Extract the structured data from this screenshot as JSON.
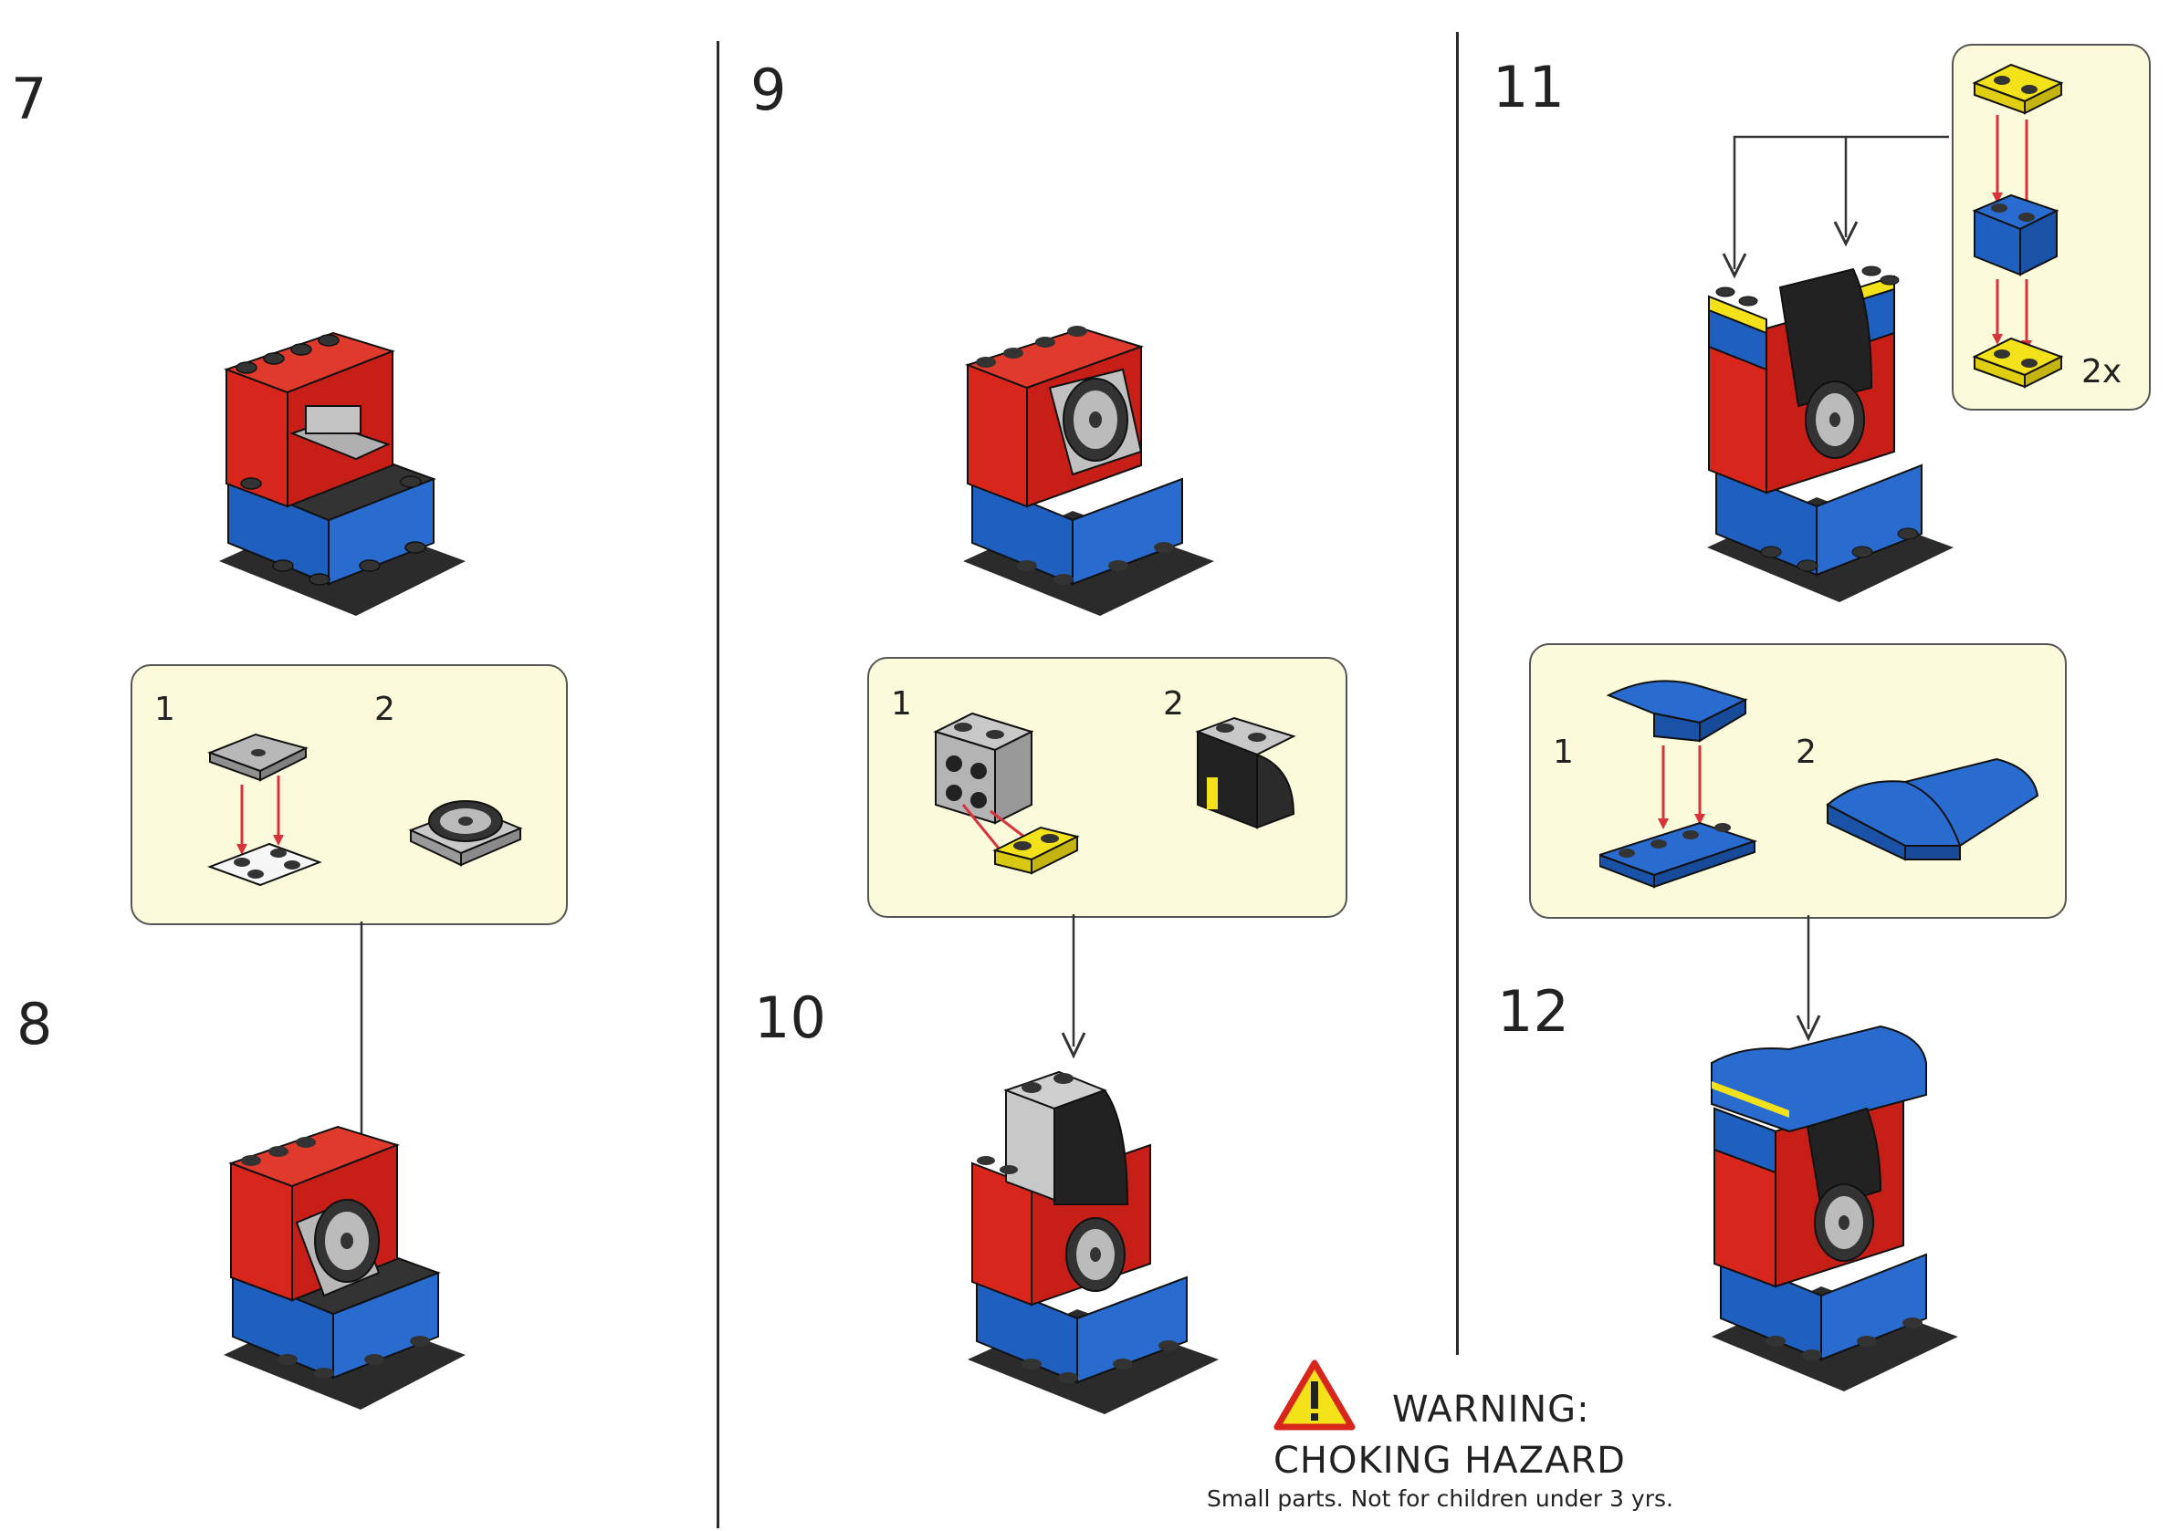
{
  "steps": {
    "s7": "7",
    "s8": "8",
    "s9": "9",
    "s10": "10",
    "s11": "11",
    "s12": "12"
  },
  "callouts": {
    "c7": {
      "sub1": "1",
      "sub2": "2"
    },
    "c9": {
      "sub1": "1",
      "sub2": "2"
    },
    "c11": {
      "qty": "2x"
    },
    "c12": {
      "sub1": "1",
      "sub2": "2"
    }
  },
  "warning": {
    "icon": "warning-triangle-icon",
    "line1": "WARNING:",
    "line2": "CHOKING HAZARD",
    "line3": "Small parts. Not for children under 3 yrs."
  },
  "colors": {
    "red": "#d9261c",
    "blue": "#1f5fbf",
    "yellow": "#f3e21a",
    "gray": "#a8a8a8",
    "black": "#2b2b2b",
    "callout_bg": "#fbfbdc",
    "arrow_red": "#d8323a"
  }
}
